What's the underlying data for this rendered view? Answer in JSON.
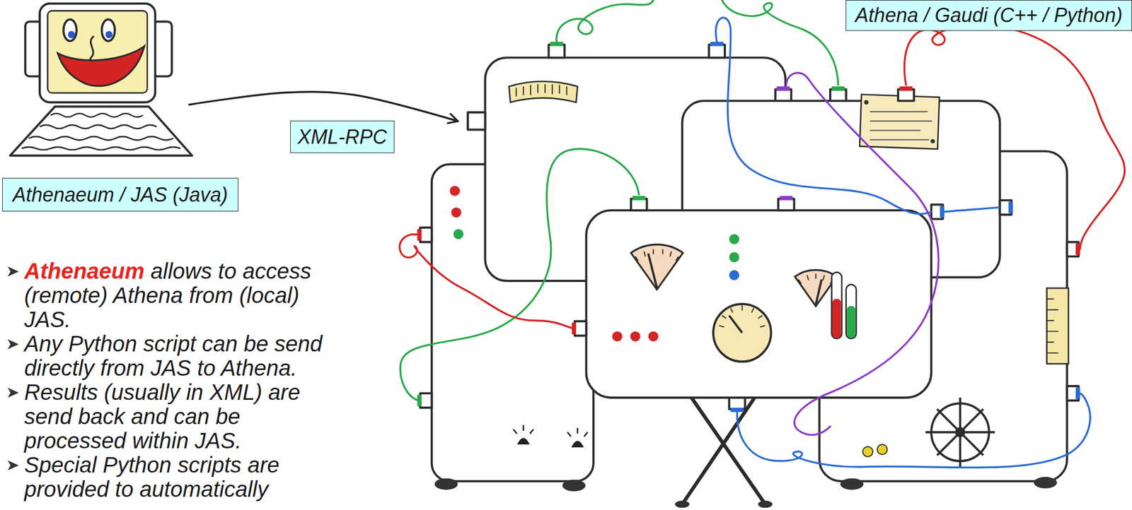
{
  "diagram": {
    "nodes": [
      {
        "text": [
          "Athenaeum / JAS (Java)"
        ]
      },
      {
        "text": [
          "Athena / Gaudi (C++ / Python)"
        ]
      }
    ],
    "edges": [
      {
        "from": 0,
        "to": 1,
        "arrow": "to",
        "label": "XML-RPC"
      }
    ],
    "labels": [
      "Athenaeum",
      "allows to access (remote) Athena from (local) JAS.",
      "Any Python script can be send directly from JAS to Athena.",
      "Results (usually in XML) are send back and can be processed within JAS.",
      "Special Python scripts are provided to automatically"
    ]
  }
}
